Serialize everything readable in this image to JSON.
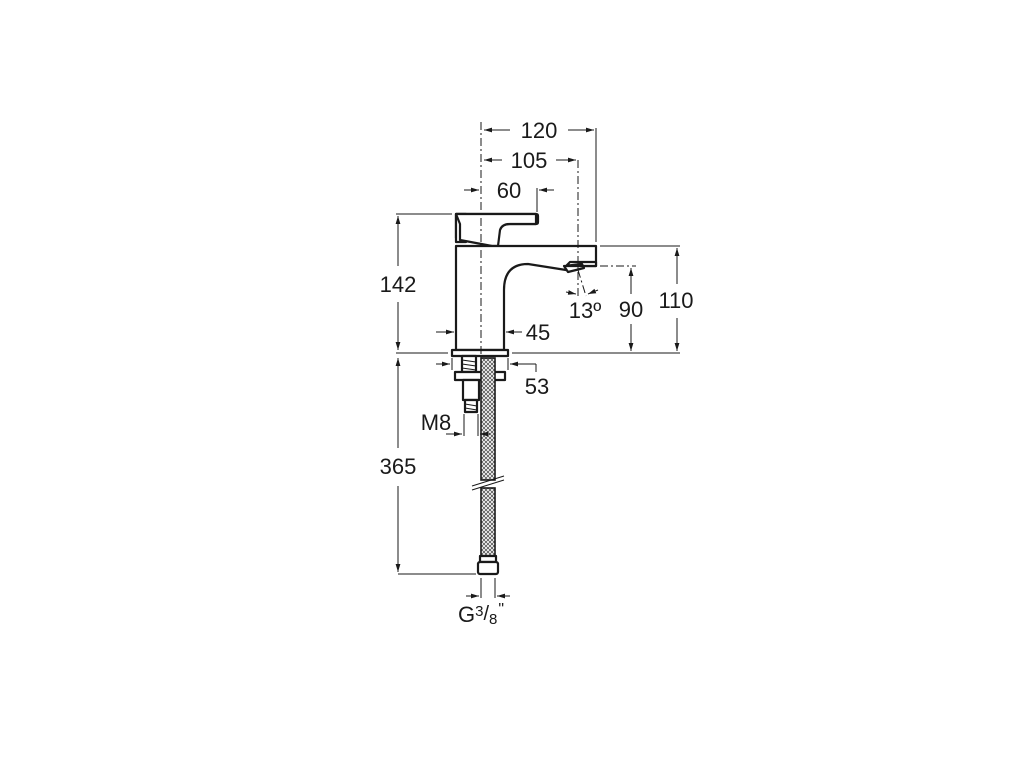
{
  "drawing": {
    "subject": "Basin mixer faucet technical dimension drawing",
    "line_color": "#1a1a1a",
    "background": "#ffffff",
    "dimensions": {
      "overall_reach": "120",
      "spout_center_reach": "105",
      "handle_reach": "60",
      "total_height": "142",
      "spout_height": "110",
      "outlet_height": "90",
      "outlet_angle": "13º",
      "body_diameter": "45",
      "base_diameter": "53",
      "fixing_thread": "M8",
      "hose_length": "365",
      "hose_connection_G": "G",
      "hose_connection_num": "3",
      "hose_connection_slash": "/",
      "hose_connection_den": "8",
      "hose_connection_inch": "\""
    }
  }
}
